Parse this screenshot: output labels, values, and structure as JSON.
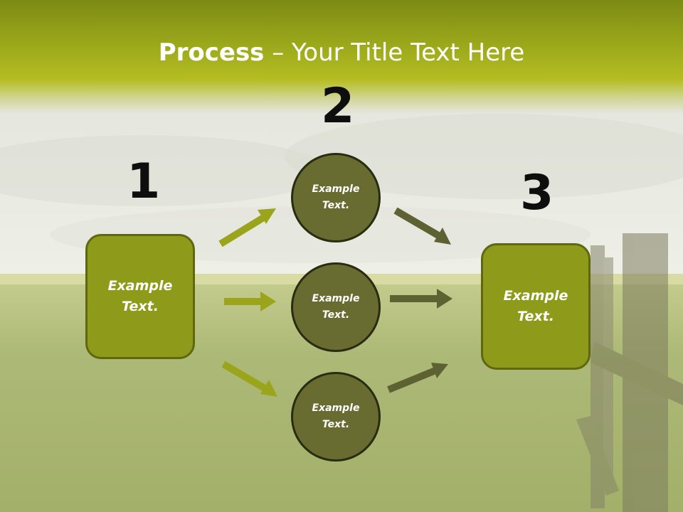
{
  "slide": {
    "title_bold": "Process",
    "title_rest": " – Your Title Text Here",
    "steps": [
      {
        "number": "1",
        "text_line1": "Example",
        "text_line2": "Text."
      },
      {
        "number": "2"
      },
      {
        "number": "3",
        "text_line1": "Example",
        "text_line2": "Text."
      }
    ],
    "circles": [
      {
        "text_line1": "Example",
        "text_line2": "Text."
      },
      {
        "text_line1": "Example",
        "text_line2": "Text."
      },
      {
        "text_line1": "Example",
        "text_line2": "Text."
      }
    ],
    "colors": {
      "title_band": "#98a51a",
      "box_fill": "#8e9a19",
      "circle_fill": "#696c31",
      "arrow_light": "#9aa51c",
      "arrow_dark": "#5e6232"
    }
  }
}
